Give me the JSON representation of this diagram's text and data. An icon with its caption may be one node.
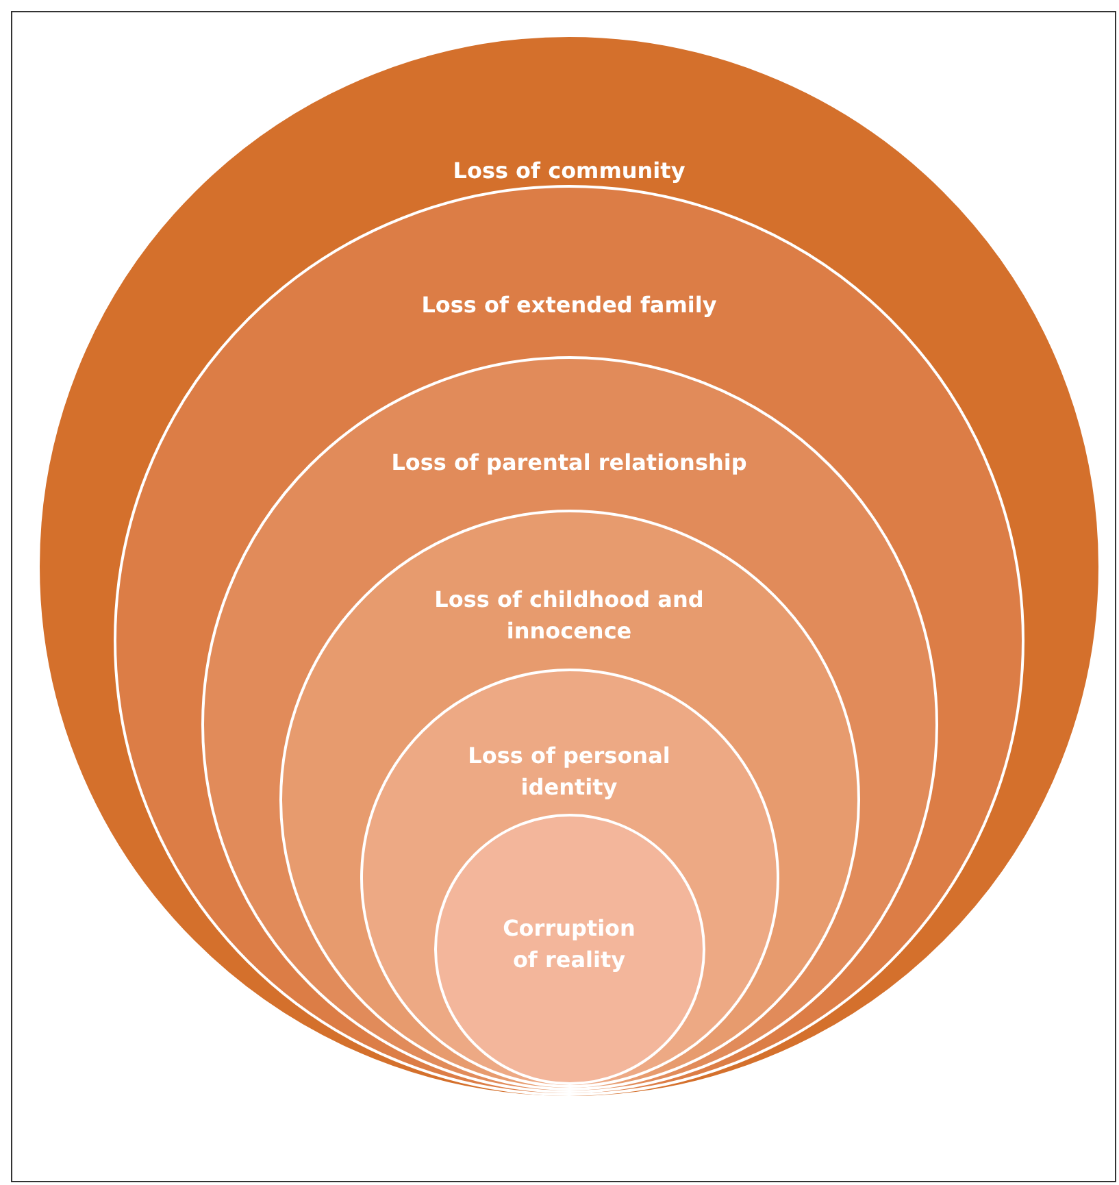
{
  "diagram": {
    "nodes": [
      {
        "text": [
          "Loss of community"
        ]
      },
      {
        "text": [
          "Loss of extended family"
        ],
        "in": 0
      },
      {
        "text": [
          "Loss of parental relationship"
        ],
        "in": 1
      },
      {
        "text": [
          "Loss of childhood and innocence"
        ],
        "in": 2
      },
      {
        "text": [
          "Loss of personal identity"
        ],
        "in": 3
      },
      {
        "text": [
          "Corruption of reality"
        ],
        "in": 4
      }
    ]
  }
}
